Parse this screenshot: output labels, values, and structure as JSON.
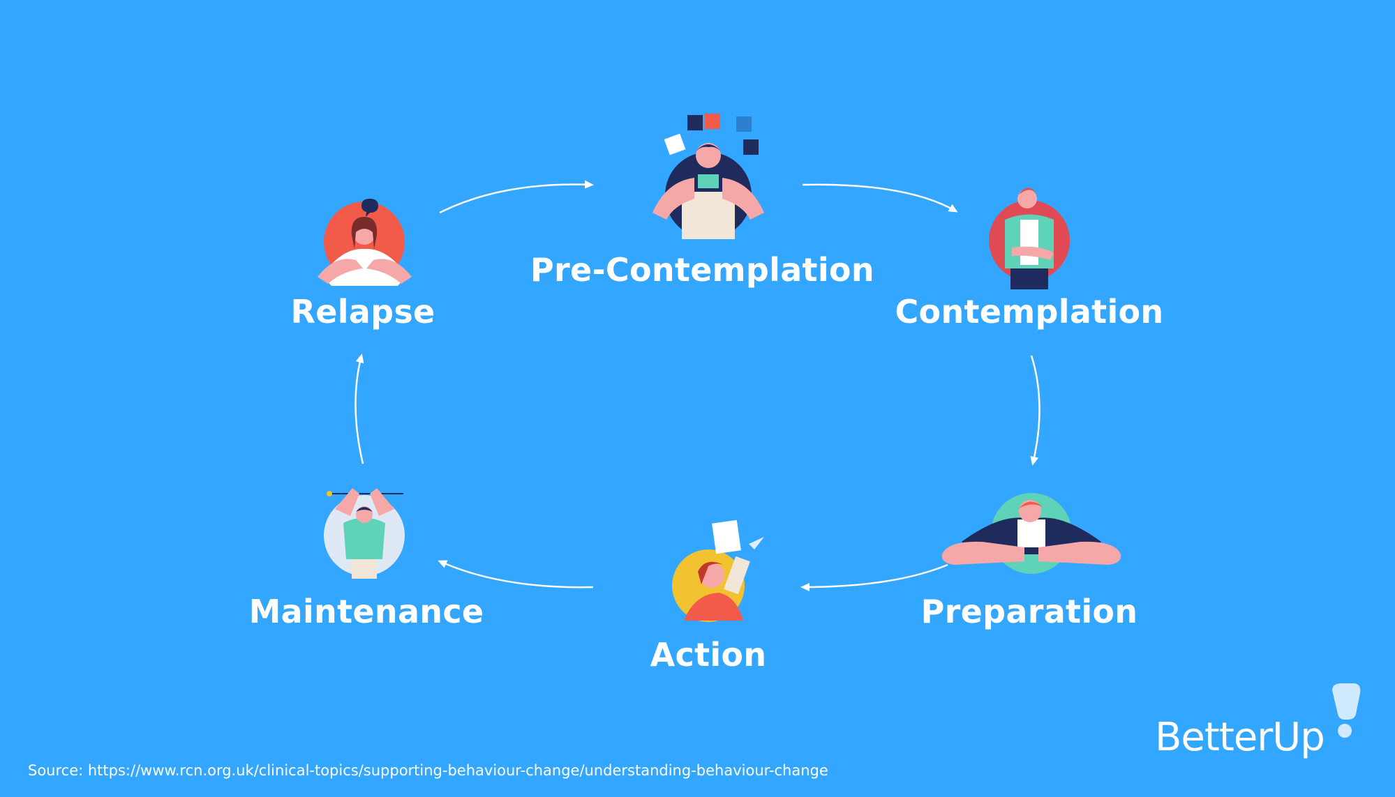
{
  "stages": {
    "pre_contemplation": "Pre-Contemplation",
    "contemplation": "Contemplation",
    "preparation": "Preparation",
    "action": "Action",
    "maintenance": "Maintenance",
    "relapse": "Relapse"
  },
  "source": "Source: https://www.rcn.org.uk/clinical-topics/supporting-behaviour-change/understanding-behaviour-change",
  "brand": "BetterUp",
  "colors": {
    "background": "#33a6ff",
    "text": "#ffffff",
    "accent_red": "#f25a4a",
    "accent_navy": "#1f2b5c",
    "accent_teal": "#5fd3b8",
    "accent_yellow": "#f2c230",
    "skin": "#f6a7a7"
  },
  "icons": [
    "puzzle-person-icon",
    "thinking-person-icon",
    "crawling-person-icon",
    "reading-person-icon",
    "stretching-person-icon",
    "worried-person-icon",
    "speech-bubble-icon",
    "paper-plane-icon"
  ]
}
